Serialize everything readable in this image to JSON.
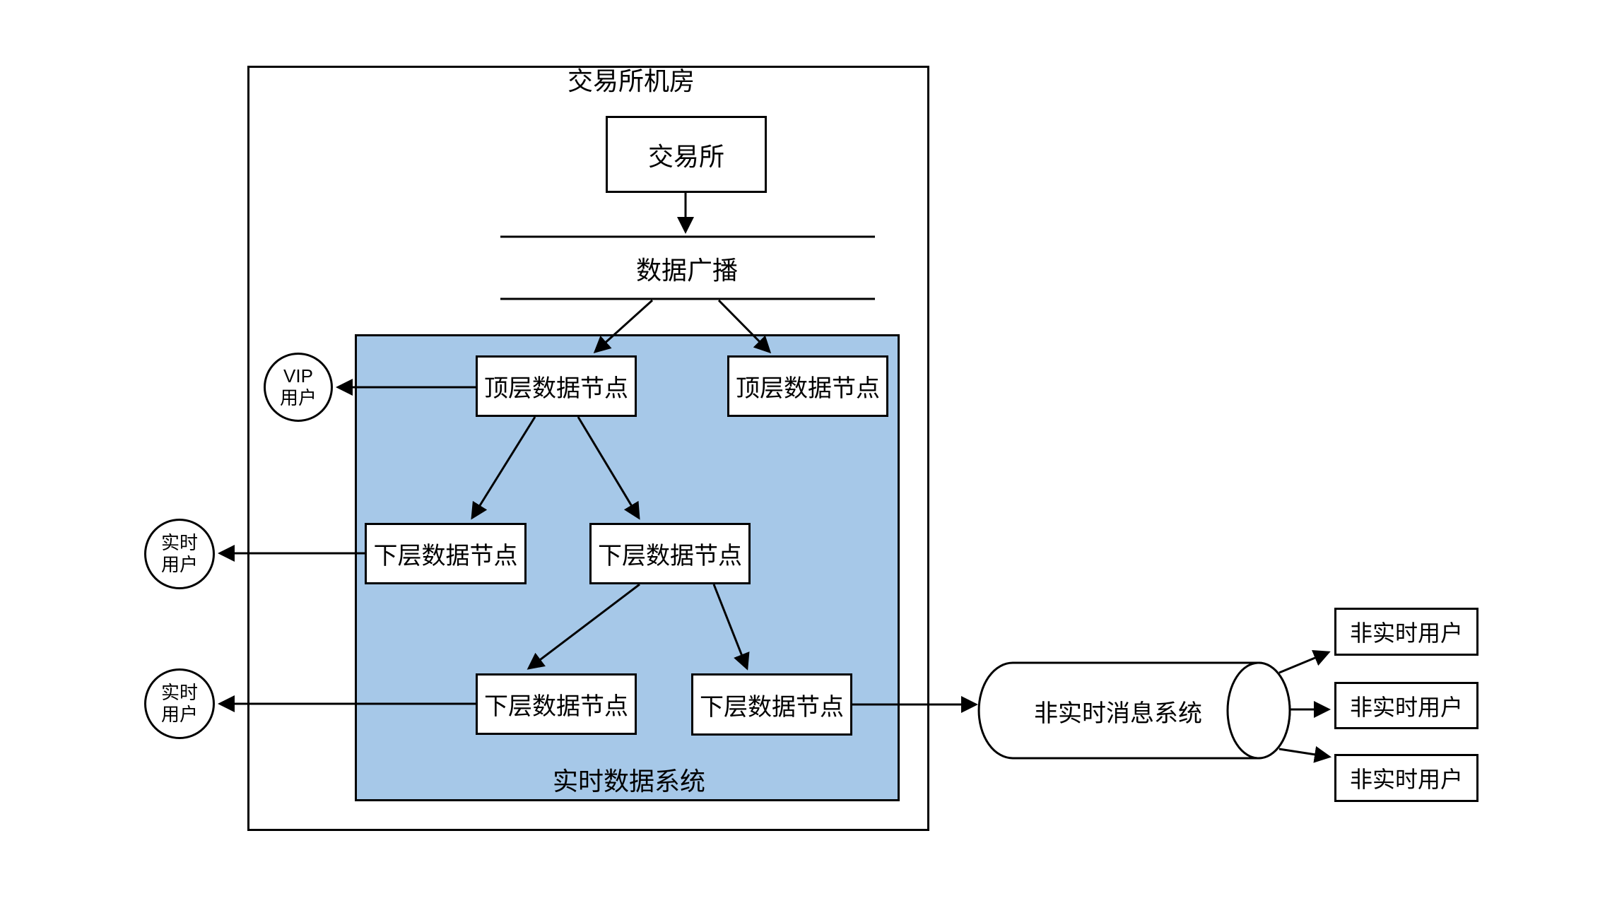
{
  "title": "交易所机房",
  "colors": {
    "realtime_bg": "#a6c8e8",
    "stroke": "#000000",
    "node_bg": "#ffffff"
  },
  "nodes": {
    "exchange": "交易所",
    "broadcast": "数据广播",
    "realtime_system_label": "实时数据系统",
    "top_node_1": "顶层数据节点",
    "top_node_2": "顶层数据节点",
    "lower_node_1": "下层数据节点",
    "lower_node_2": "下层数据节点",
    "lower_node_3": "下层数据节点",
    "lower_node_4": "下层数据节点",
    "message_system": "非实时消息系统"
  },
  "users": {
    "vip": {
      "line1": "VIP",
      "line2": "用户"
    },
    "realtime_1": {
      "line1": "实时",
      "line2": "用户"
    },
    "realtime_2": {
      "line1": "实时",
      "line2": "用户"
    },
    "non_realtime_1": "非实时用户",
    "non_realtime_2": "非实时用户",
    "non_realtime_3": "非实时用户"
  }
}
